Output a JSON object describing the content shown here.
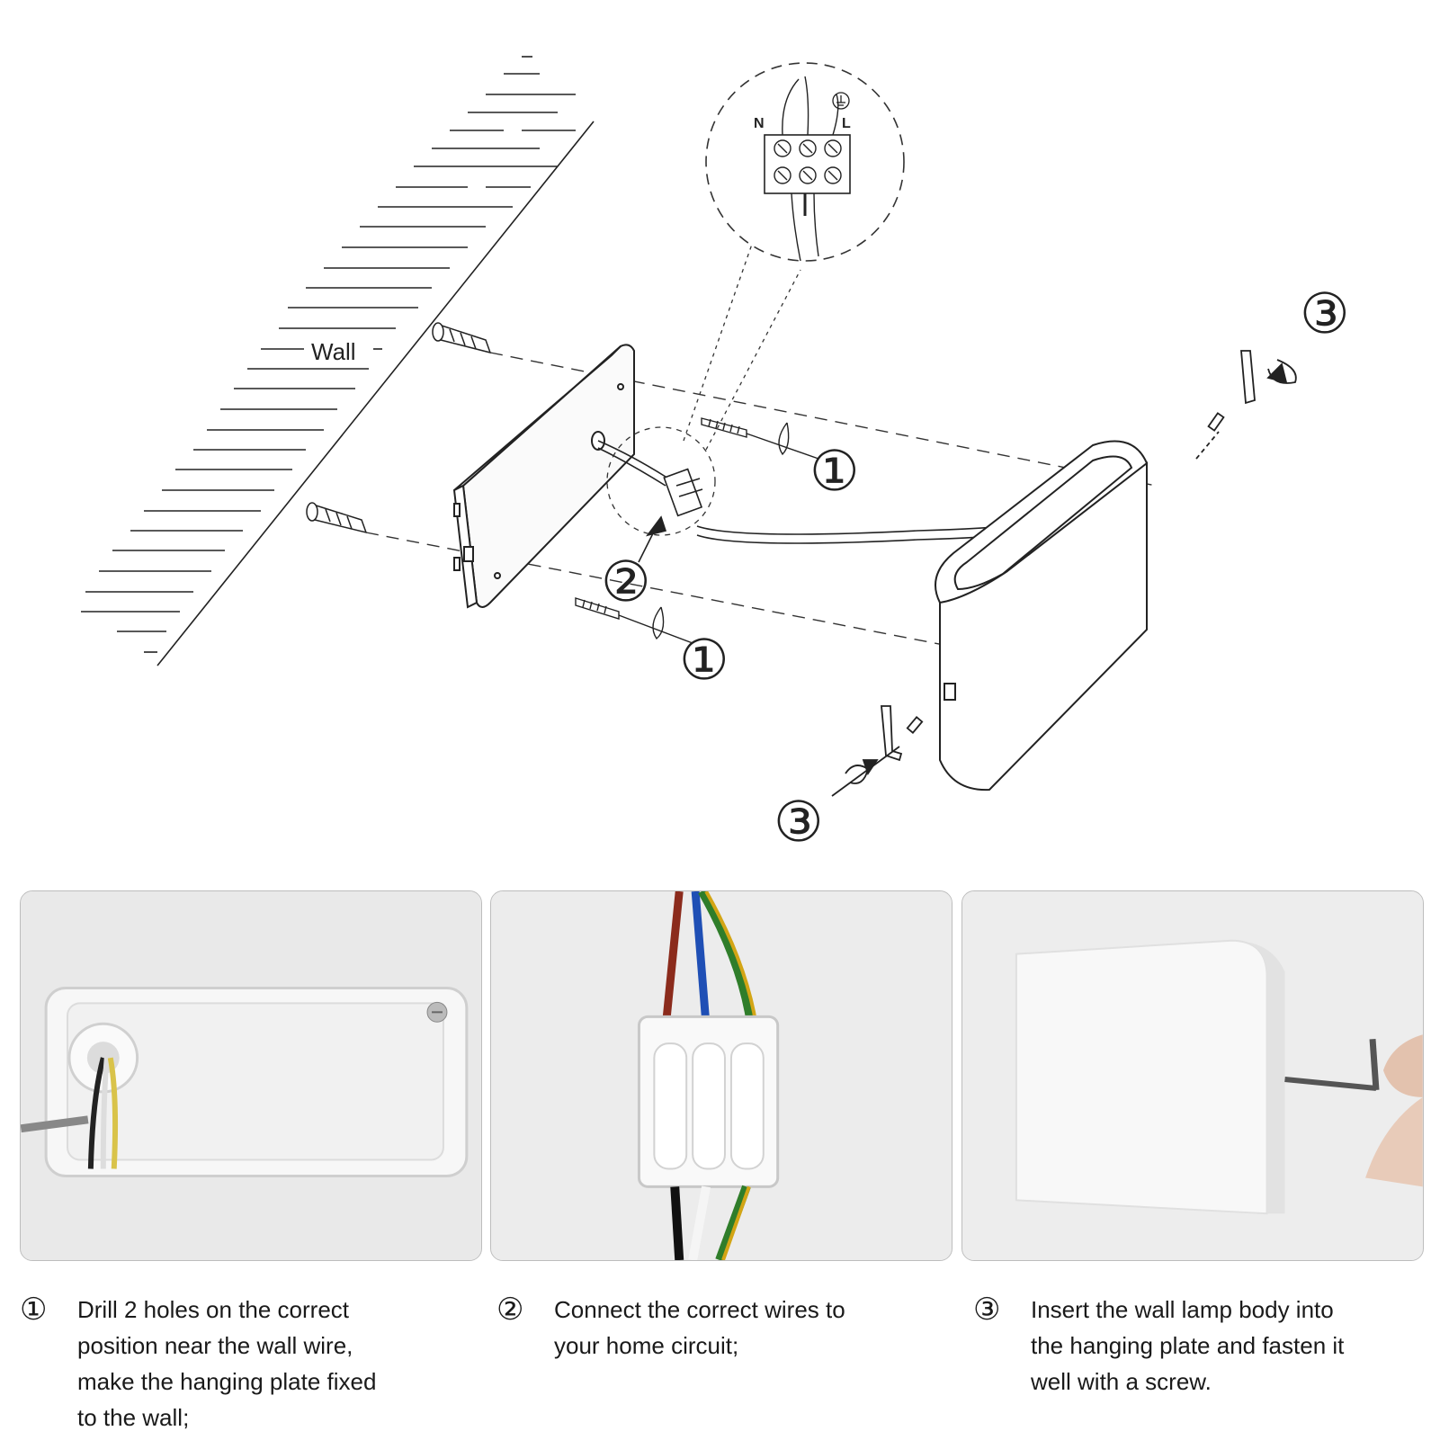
{
  "diagram": {
    "wall_label": "Wall",
    "callout_1": "①",
    "callout_2": "②",
    "callout_3": "③",
    "terminal_n": "N",
    "terminal_l": "L"
  },
  "steps": [
    {
      "number": "①",
      "text": "Drill 2 holes on the correct\nposition near the wall wire,\nmake the hanging plate fixed\nto the wall;"
    },
    {
      "number": "②",
      "text": "Connect the correct wires to\nyour home circuit;"
    },
    {
      "number": "③",
      "text": "Insert the wall lamp body into\nthe hanging plate and fasten it\nwell with a screw."
    }
  ]
}
